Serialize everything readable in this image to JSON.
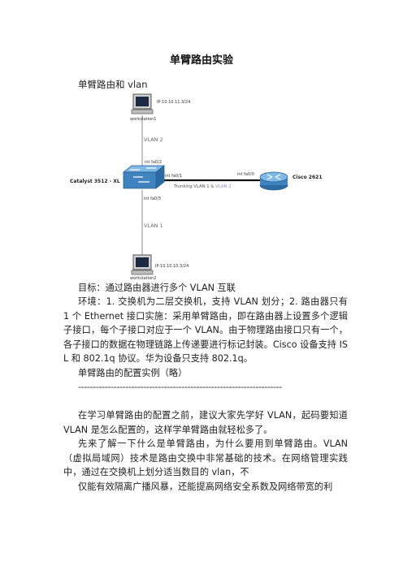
{
  "doc": {
    "title": "单臂路由实验",
    "subtitle": "单臂路由和 vlan",
    "diagram": {
      "ws1_ip": "IP:10.10.11.3/24",
      "ws1_name": "workstation1",
      "vlan2_label": "VLAN 2",
      "sw_port_top": "int fa0/2",
      "switch_name": "Catalyst 3512 - XL",
      "sw_port_right": "int fa0/1",
      "router_port": "int fa0/0",
      "router_name": "Cisco 2621",
      "trunk_label_a": "Trunking VLAN 1 & ",
      "trunk_label_b": "VLAN 2",
      "sw_port_bottom": "int fa0/3",
      "vlan1_label": "VLAN 1",
      "ws2_ip": "IP:10.10.10.3/24",
      "ws2_name": "workstation2"
    },
    "paragraphs": [
      "目标：通过路由器进行多个 VLAN 互联",
      "环境：1. 交换机为二层交换机，支持 VLAN 划分；2. 路由器只有 1 个 Ethernet 接口实施：采用单臂路由，即在路由器上设置多个逻辑子接口，每个子接口对应于一个 VLAN。由于物理路由接口只有一个，各子接口的数据在物理链路上传递要进行标记封装。Cisco 设备支持 ISL 和 802.1q 协议。华为设备只支持 802.1q。",
      "单臂路由的配置实例（略）",
      "---------------------------------------------------------------------",
      "在学习单臂路由的配置之前，建议大家先学好 VLAN，起码要知道 VLAN 是怎么配置的，这样学单臂路由就轻松多了。",
      "先来了解一下什么是单臂路由，为什么要用到单臂路由。VLAN（虚拟局域网）技术是路由交换中非常基础的技术。在网络管理实践中，通过在交换机上划分适当数目的 vlan，不",
      "仅能有效隔离广播风暴，还能提高网络安全系数及网络带宽的利"
    ]
  }
}
